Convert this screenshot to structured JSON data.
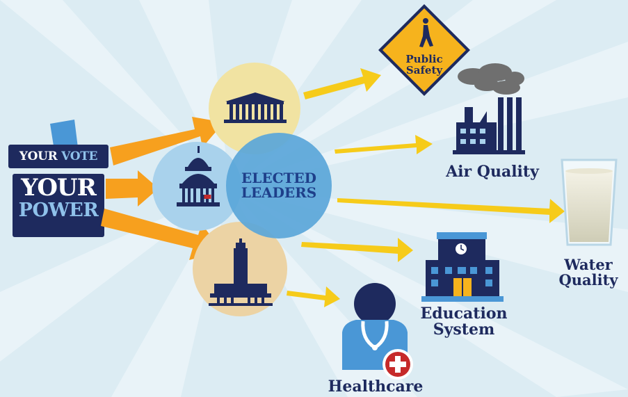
{
  "your_vote": {
    "your": "YOUR",
    "vote": "VOTE"
  },
  "your_power": {
    "line1": "YOUR",
    "line2": "POWER"
  },
  "elected_leaders": {
    "line1": "ELECTED",
    "line2": "LEADERS"
  },
  "outcomes": {
    "public_safety": {
      "line1": "Public",
      "line2": "Safety"
    },
    "air_quality": "Air Quality",
    "water_quality": {
      "line1": "Water",
      "line2": "Quality"
    },
    "education": {
      "line1": "Education",
      "line2": "System"
    },
    "healthcare": "Healthcare"
  },
  "colors": {
    "background": "#dcecf3",
    "navy": "#1e2a5e",
    "arrow_orange": "#f7a01e",
    "arrow_yellow": "#f6cb1a",
    "circle_yellow": "#f1e3a2",
    "circle_blue": "#5aa6d9",
    "circle_lightblue": "#a9d2ec",
    "circle_tan": "#ecd3a4",
    "sign_orange": "#f6b31d",
    "red_cross": "#c62a2a"
  },
  "icons": [
    "ballot-box-icon",
    "white-house-icon",
    "capitol-icon",
    "state-capitol-icon",
    "pedestrian-sign-icon",
    "factory-icon",
    "water-glass-icon",
    "school-icon",
    "doctor-icon"
  ]
}
